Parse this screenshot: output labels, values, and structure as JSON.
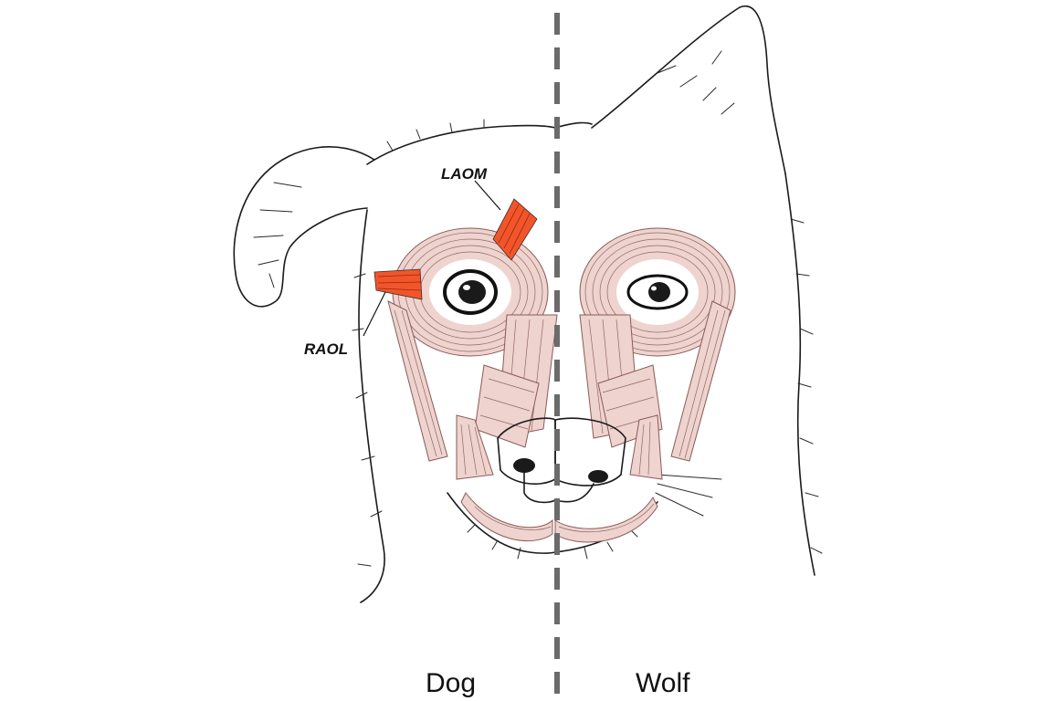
{
  "labels": {
    "laom": "LAOM",
    "raol": "RAOL",
    "left_side": "Dog",
    "right_side": "Wolf"
  },
  "colors": {
    "highlight_muscle": "#f2552a",
    "muscle": "#eed3cf",
    "divider": "#6b6b6b",
    "ink": "#1a1a1a"
  }
}
